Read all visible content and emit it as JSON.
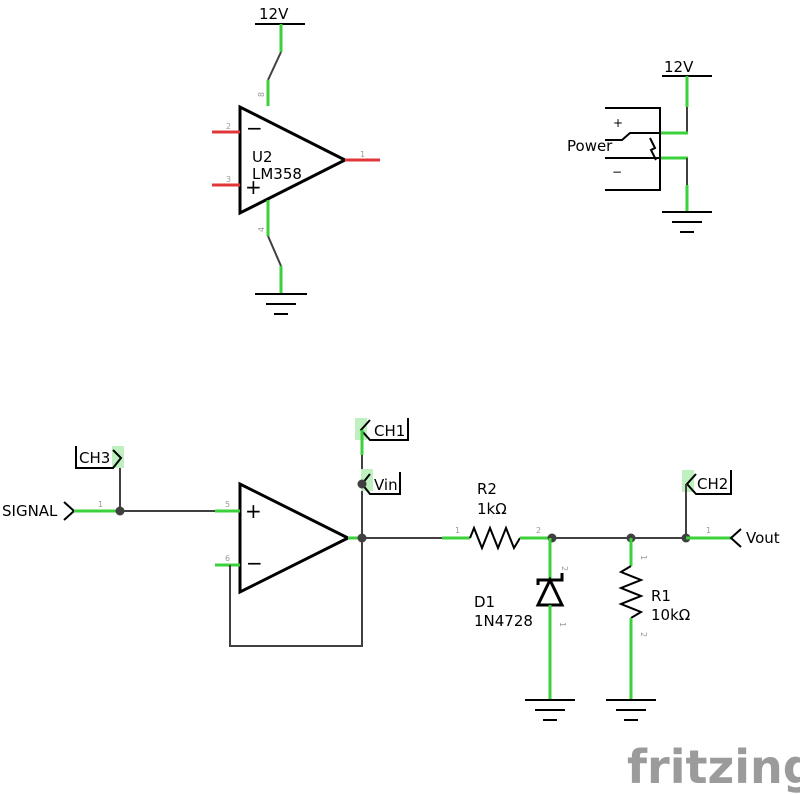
{
  "opamp_top": {
    "designator": "U2",
    "part": "LM358",
    "pin_inv": "2",
    "pin_noninv": "3",
    "pin_out": "1",
    "pin_vcc": "8",
    "pin_gnd": "4",
    "minus_sign": "−",
    "plus_sign": "+"
  },
  "supply_top": {
    "label": "12V"
  },
  "supply_right": {
    "label": "12V"
  },
  "power_jack": {
    "label": "Power",
    "plus": "+",
    "minus": "−"
  },
  "signal": {
    "label": "SIGNAL",
    "pin": "1"
  },
  "ch3": {
    "label": "CH3"
  },
  "ch1": {
    "label": "CH1"
  },
  "vin": {
    "label": "Vin"
  },
  "ch2": {
    "label": "CH2"
  },
  "vout": {
    "label": "Vout",
    "pin": "1"
  },
  "opamp_bottom": {
    "pin_noninv": "5",
    "pin_inv": "6",
    "plus_sign": "+",
    "minus_sign": "−"
  },
  "r2": {
    "designator": "R2",
    "value": "1kΩ",
    "pin1": "1",
    "pin2": "2"
  },
  "d1": {
    "designator": "D1",
    "part": "1N4728",
    "pin_top": "2",
    "pin_bottom": "1"
  },
  "r1": {
    "designator": "R1",
    "value": "10kΩ",
    "pin_top": "1",
    "pin_bottom": "2"
  },
  "logo": {
    "text": "fritzing"
  }
}
